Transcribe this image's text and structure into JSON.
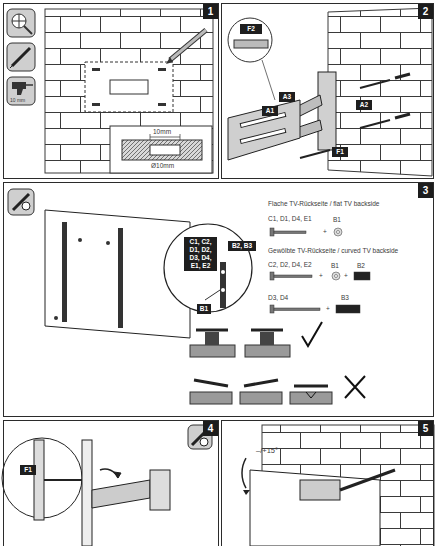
{
  "diagram": {
    "nodes": [
      {
        "text": [
          "1"
        ]
      },
      {
        "text": [
          "2"
        ]
      },
      {
        "text": [
          "F2"
        ],
        "in": 1
      },
      {
        "text": [
          "A1"
        ],
        "in": 1
      },
      {
        "text": [
          "A3"
        ],
        "in": 1
      },
      {
        "text": [
          "A2"
        ],
        "in": 1
      },
      {
        "text": [
          "F1"
        ],
        "in": 1
      },
      {
        "text": [
          "3"
        ]
      },
      {
        "text": [
          "C1, C2, D1, D2, D3, D4, E1, E2"
        ],
        "in": 7
      },
      {
        "text": [
          "B2, B3"
        ],
        "in": 7
      },
      {
        "text": [
          "B1"
        ],
        "in": 7
      },
      {
        "text": [
          "4"
        ]
      },
      {
        "text": [
          "F1"
        ],
        "in": 11
      },
      {
        "text": [
          "5"
        ]
      }
    ],
    "labels": [
      "10 mm",
      "10mm",
      "Ø10mm",
      "Flache TV-Rückseite / flat TV backside",
      "C1, D1, D4, E1",
      "+",
      "B1",
      "Gewölbte TV-Rückseite / curved TV backside",
      "C2, D2, D4, E2",
      "+",
      "B1",
      "+",
      "B2",
      "D3, D4",
      "+",
      "B3",
      "–/+15°"
    ]
  }
}
